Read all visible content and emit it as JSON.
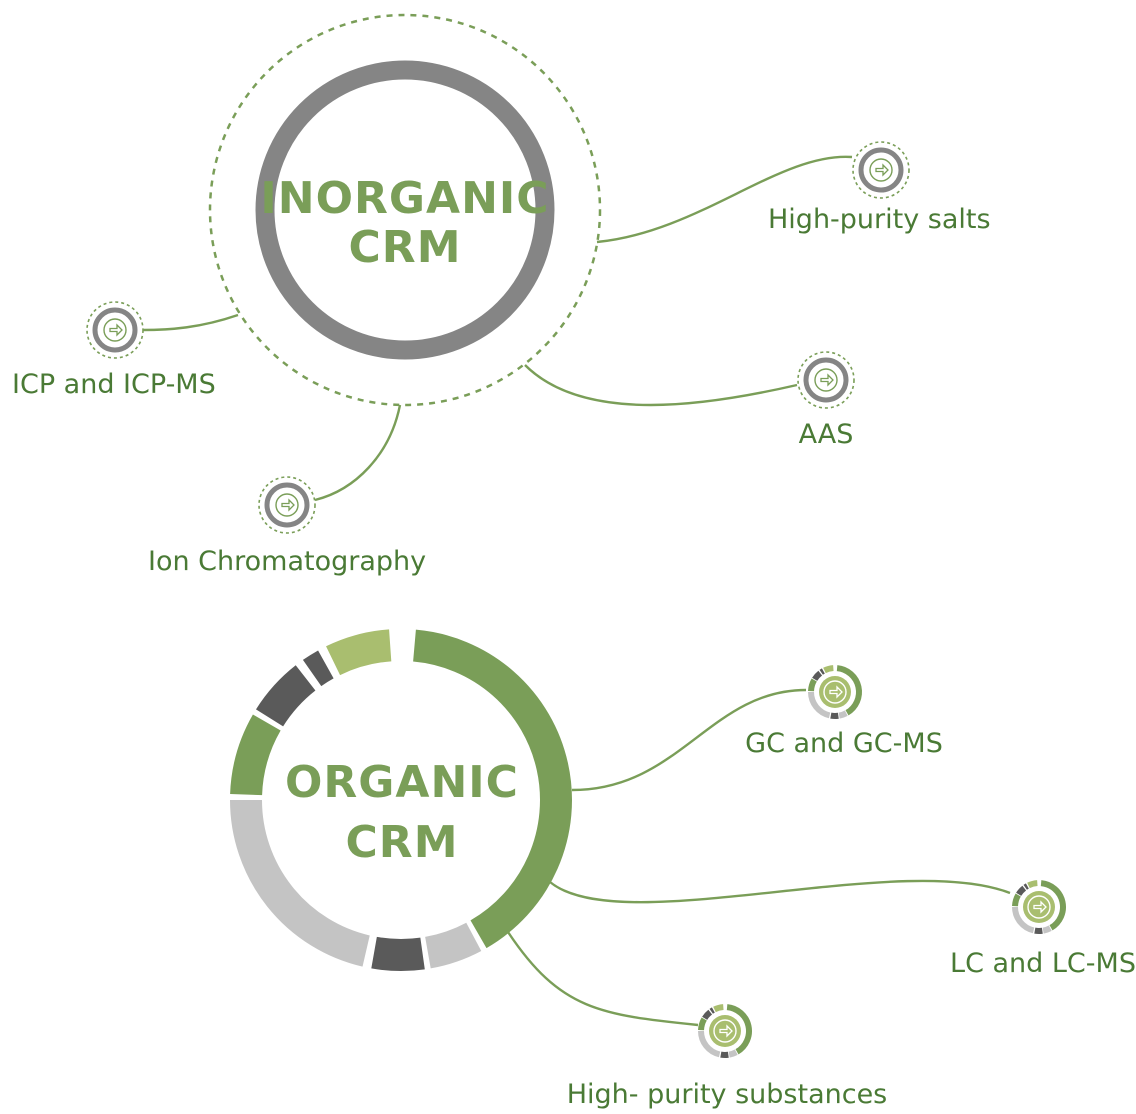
{
  "colors": {
    "green": "#7a9e58",
    "green_text": "#4a7a35",
    "light_green": "#a9be6f",
    "gray": "#858585",
    "dark_gray": "#5a5a5a",
    "light_gray": "#c4c4c4"
  },
  "inorganic": {
    "title_line1": "INORGANIC",
    "title_line2": "CRM",
    "nodes": [
      {
        "label": "High-purity salts",
        "icon": "arrow-right-icon"
      },
      {
        "label": "AAS",
        "icon": "arrow-right-icon"
      },
      {
        "label": "ICP and ICP-MS",
        "icon": "arrow-right-icon"
      },
      {
        "label": "Ion Chromatography",
        "icon": "arrow-right-icon"
      }
    ]
  },
  "organic": {
    "title_line1": "ORGANIC",
    "title_line2": "CRM",
    "nodes": [
      {
        "label": "GC and GC-MS",
        "icon": "arrow-right-icon"
      },
      {
        "label": "LC and LC-MS",
        "icon": "arrow-right-icon"
      },
      {
        "label": "High- purity substances",
        "icon": "arrow-right-icon"
      }
    ]
  }
}
